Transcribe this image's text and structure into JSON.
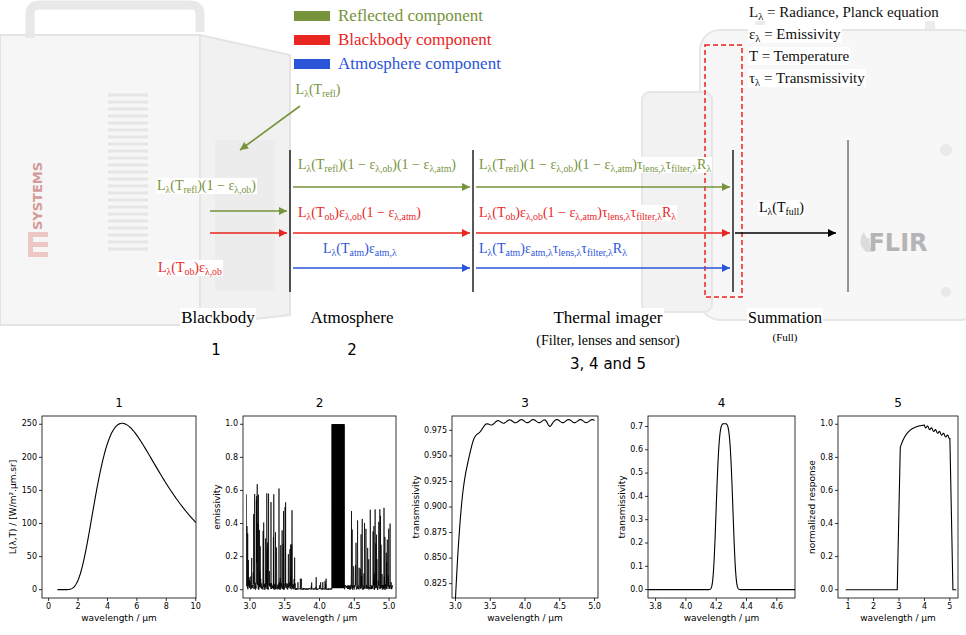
{
  "diagram": {
    "labels": [
      "Lλ = Radiance, Planck equation",
      "ελ = Emissivity",
      "T = Temperature",
      "τλ = Transmissivity",
      "Lλ(Trefl)",
      "Lλ(Trefl)(1 − ελ,ob)",
      "Lλ(Tob)ελ,ob",
      "Lλ(Trefl)(1 − ελ,ob)(1 − ελ,atm)",
      "Lλ(Tob)ελ,ob(1 − ελ,atm)",
      "Lλ(Tatm)εatm,λ",
      "Lλ(Trefl)(1 − ελ,ob)(1 − ελ,atm)τlens,λτfilter,λRλ",
      "Lλ(Tob)ελ,ob(1 − ελ,atm)τlens,λτfilter,λRλ",
      "Lλ(Tatm)εatm,λτlens,λτfilter,λRλ",
      "Lλ(Tfull)",
      "Blackbody",
      "1",
      "Atmosphere",
      "2",
      "Thermal imager",
      "(Filter, lenses and sensor)",
      "3, 4 and 5",
      "Summation",
      "(Full)",
      "SYSTEMS",
      "FLIR",
      "1",
      "L(λ,T) / [W/m².μm.sr]",
      "0",
      "50",
      "100",
      "150",
      "200",
      "250",
      "0",
      "2",
      "4",
      "6",
      "8",
      "10",
      "wavelength / μm",
      "2",
      "emissivity",
      "0.0",
      "0.2",
      "0.4",
      "0.6",
      "0.8",
      "1.0",
      "3.0",
      "3.5",
      "4.0",
      "4.5",
      "5.0",
      "wavelength / μm",
      "3",
      "transmissivity",
      "0.825",
      "0.850",
      "0.875",
      "0.900",
      "0.925",
      "0.950",
      "0.975",
      "3.0",
      "3.5",
      "4.0",
      "4.5",
      "5.0",
      "wavelength / μm",
      "4",
      "transmissivity",
      "0.0",
      "0.1",
      "0.2",
      "0.3",
      "0.4",
      "0.5",
      "0.6",
      "0.7",
      "3.8",
      "4.0",
      "4.2",
      "4.4",
      "4.6",
      "wavelength / μm",
      "5",
      "normalized response",
      "0.0",
      "0.2",
      "0.4",
      "0.6",
      "0.8",
      "1.0",
      "1",
      "2",
      "3",
      "4",
      "5",
      "wavelength / μm"
    ],
    "legend": [
      {
        "text": "Reflected component",
        "color": "#77933c"
      },
      {
        "text": "Blackbody component",
        "color": "#e8261f"
      },
      {
        "text": "Atmosphere component",
        "color": "#2b55d8"
      }
    ]
  }
}
